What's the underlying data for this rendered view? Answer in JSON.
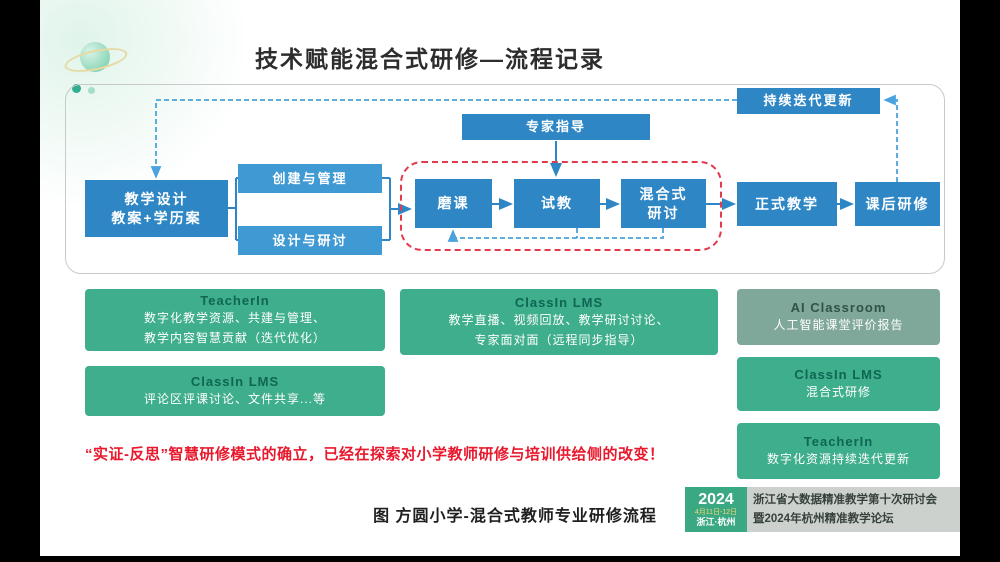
{
  "title": "技术赋能混合式研修—流程记录",
  "flow": {
    "continuous_update": "持续迭代更新",
    "expert_guidance": "专家指导",
    "teaching_design": {
      "line1": "教学设计",
      "line2": "教案+学历案"
    },
    "create_manage": "创建与管理",
    "design_discuss": "设计与研讨",
    "moke": "磨课",
    "trial": "试教",
    "blended": {
      "line1": "混合式",
      "line2": "研讨"
    },
    "formal": "正式教学",
    "post": "课后研修"
  },
  "platforms": [
    {
      "title": "TeacherIn",
      "lines": [
        "数字化教学资源、共建与管理、",
        "教学内容智慧贡献（迭代优化）"
      ]
    },
    {
      "title": "ClassIn LMS",
      "lines": [
        "评论区评课讨论、文件共享...等"
      ]
    },
    {
      "title": "ClassIn LMS",
      "lines": [
        "教学直播、视频回放、教学研讨讨论、",
        "专家面对面（远程同步指导）"
      ]
    },
    {
      "title": "AI Classroom",
      "lines": [
        "人工智能课堂评价报告"
      ]
    },
    {
      "title": "ClassIn LMS",
      "lines": [
        "混合式研修"
      ]
    },
    {
      "title": "TeacherIn",
      "lines": [
        "数字化资源持续迭代更新"
      ]
    }
  ],
  "highlight": "“实证-反思”智慧研修模式的确立，已经在探索对小学教师研修与培训供给侧的改变！",
  "caption": "图 方圆小学-混合式教师专业研修流程",
  "footer": {
    "year": "2024",
    "dates": "4月11日-12日",
    "location": "浙江·杭州",
    "event_line1": "浙江省大数据精准教学第十次研讨会",
    "event_line2": "暨2024年杭州精准教学论坛"
  },
  "colors": {
    "node_blue": "#2e86c5",
    "node_blue_light": "#3f9ad4",
    "platform_green": "#3fae8c",
    "ai_gray_green": "#7fa79a",
    "accent_red": "#e8182d",
    "badge_green": "#3aa882",
    "dashed_outline_red": "#e23b4e"
  }
}
